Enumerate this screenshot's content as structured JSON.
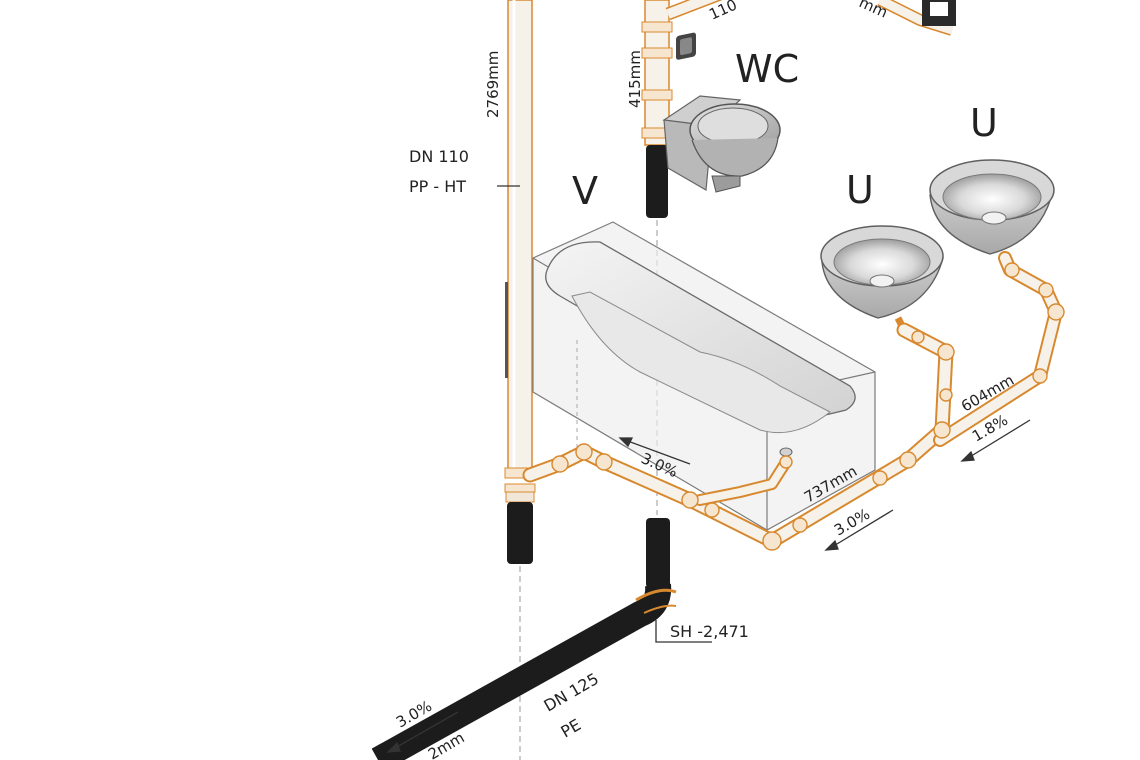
{
  "fixtures": {
    "wc": "WC",
    "bathtub": "V",
    "washbasin_left": "U",
    "washbasin_right": "U"
  },
  "stack_label": {
    "line1": "DN 110",
    "line2": "PP - HT"
  },
  "sewer_label": {
    "line1": "DN 125",
    "line2": "PE"
  },
  "dimensions": {
    "stack_height": "2769mm",
    "wc_height": "415mm",
    "top_partial_1": "110",
    "top_partial_2": "mm",
    "tub_run": "737mm",
    "basin_run": "604mm",
    "sewer_partial": "2mm"
  },
  "slopes": {
    "tub": "3.0%",
    "main": "3.0%",
    "basin": "1.8%",
    "sewer": "3.0%"
  },
  "invert": "SH -2,471",
  "colors": {
    "pipe_fill": "#f6f2ea",
    "pipe_edge": "#d8892f",
    "sewer_pipe": "#1c1c1c",
    "fixture_fill": "#d6d6d6",
    "fixture_stroke": "#6d6d6d"
  }
}
